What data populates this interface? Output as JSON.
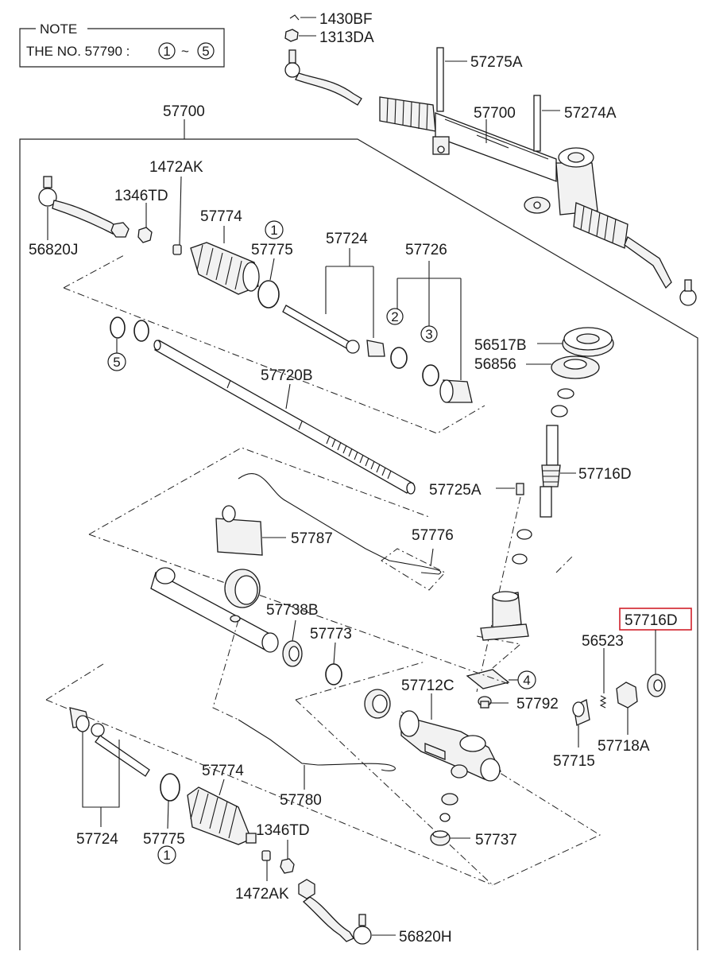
{
  "note": {
    "title": "NOTE",
    "text": "THE NO. 57790 :",
    "range_start": "1",
    "range_sep": "~",
    "range_end": "5"
  },
  "callouts": [
    "1",
    "2",
    "3",
    "4",
    "5"
  ],
  "labels": {
    "p1430BF": "1430BF",
    "p1313DA": "1313DA",
    "p57275A": "57275A",
    "p57700_top": "57700",
    "p57274A": "57274A",
    "p57700": "57700",
    "p1472AK_top": "1472AK",
    "p1346TD_top": "1346TD",
    "p57774_top": "57774",
    "p57775_top": "57775",
    "p57724_top": "57724",
    "p57726": "57726",
    "p56820J": "56820J",
    "p56517B": "56517B",
    "p56856": "56856",
    "p57720B": "57720B",
    "p57716D_mid": "57716D",
    "p57725A": "57725A",
    "p57787": "57787",
    "p57776": "57776",
    "p57716D_hl": "57716D",
    "p57738B": "57738B",
    "p57773": "57773",
    "p56523": "56523",
    "p57712C": "57712C",
    "p57792": "57792",
    "p57715": "57715",
    "p57718A": "57718A",
    "p57774_bot": "57774",
    "p57724_bot": "57724",
    "p57775_bot": "57775",
    "p1346TD_bot": "1346TD",
    "p57780": "57780",
    "p57737": "57737",
    "p1472AK_bot": "1472AK",
    "p56820H": "56820H"
  },
  "colors": {
    "line": "#1a1a1a",
    "highlight_box": "#d0202a",
    "background": "#ffffff"
  }
}
